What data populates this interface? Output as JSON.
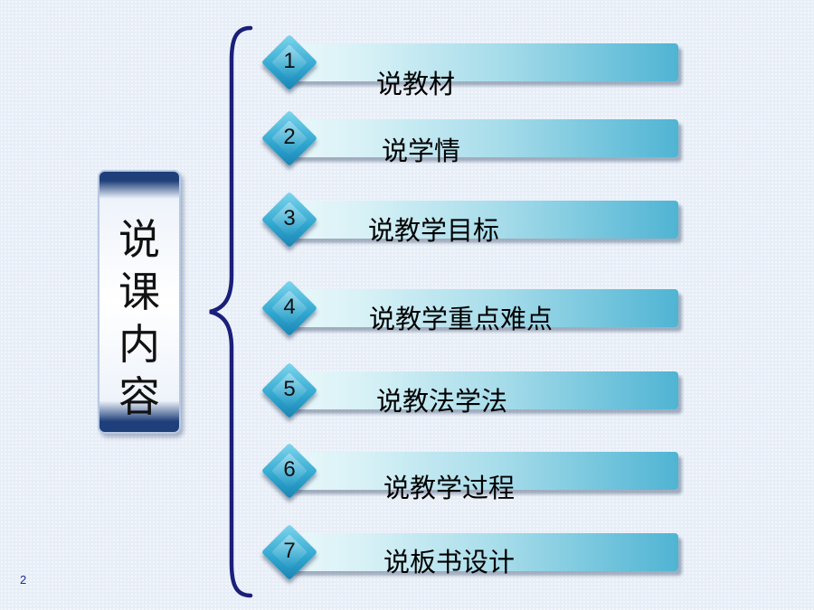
{
  "title": "说\n课\n内\n容",
  "items": [
    {
      "number": "1",
      "label": "说教材"
    },
    {
      "number": "2",
      "label": "说学情"
    },
    {
      "number": "3",
      "label": "说教学目标"
    },
    {
      "number": "4",
      "label": "说教学重点难点"
    },
    {
      "number": "5",
      "label": "说教法学法"
    },
    {
      "number": "6",
      "label": "说教学过程"
    },
    {
      "number": "7",
      "label": "说板书设计"
    }
  ],
  "page_number": "2",
  "colors": {
    "brace": "#1a1f7a",
    "bar_end": "#4fb4d3",
    "diamond": "#2fa6cf",
    "title_box_band": "#1e3f7a"
  }
}
